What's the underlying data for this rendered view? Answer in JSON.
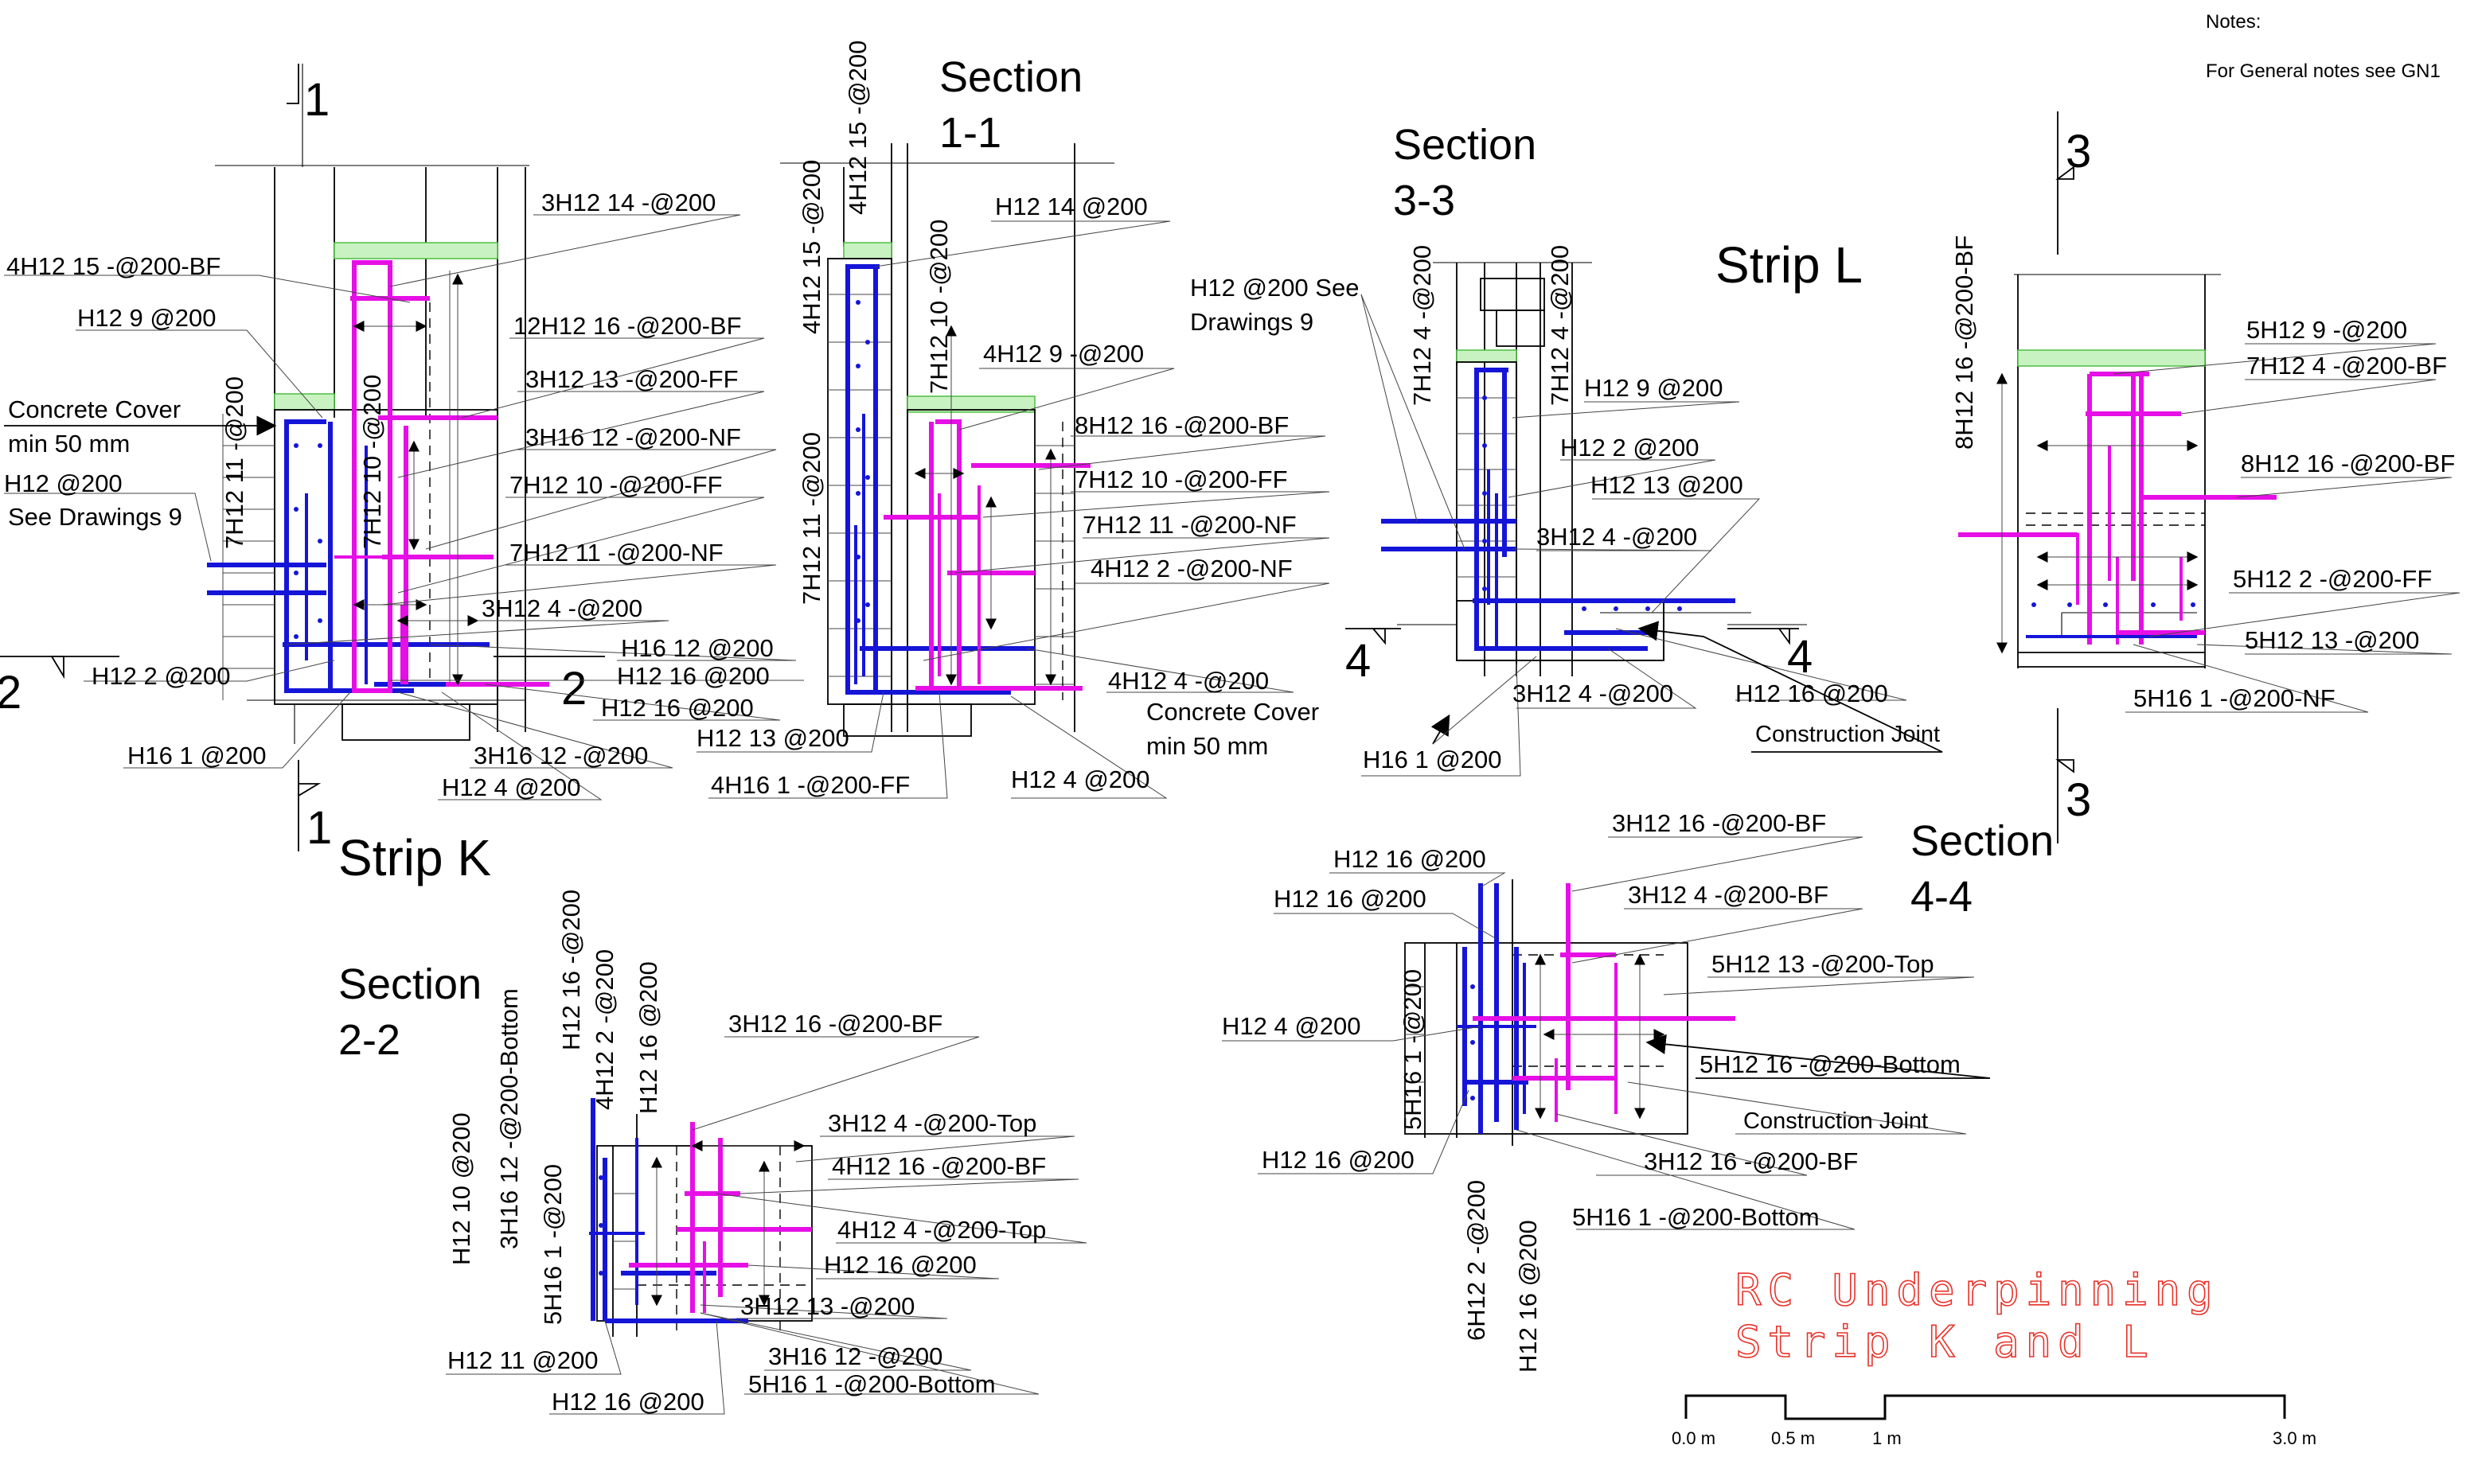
{
  "notes": {
    "heading": "Notes:",
    "general": "For General notes see GN1"
  },
  "title_block": {
    "line1": "RC Underpinning",
    "line2": "Strip K and L",
    "color": "#e8332b"
  },
  "scale_bar": {
    "ticks": [
      "0.0 m",
      "0.5 m",
      "1 m",
      "3.0 m"
    ]
  },
  "strip_k": {
    "title": "Strip K",
    "cut_marks": {
      "c1_top": "1",
      "c1_bottom": "1",
      "c2_left": "2",
      "c2_right": "2"
    },
    "labels": {
      "l01": "4H12 15 -@200-BF",
      "l02": "H12 9 @200",
      "l03": "Concrete Cover",
      "l04": "min 50 mm",
      "l05": "H12 @200",
      "l06": "See Drawings 9",
      "l07": "H12 2 @200",
      "l08": "H16 1 @200",
      "l09": "3H12 14 -@200",
      "l10": "12H12 16 -@200-BF",
      "l11": "3H12 13 -@200-FF",
      "l12": "3H16 12 -@200-NF",
      "l13": "7H12 10 -@200-FF",
      "l14": "7H12 11 -@200-NF",
      "l15": "3H12 4 -@200",
      "l16": "H16 12 @200",
      "l17": "H12 16 @200",
      "l18": "H12 16 @200",
      "l19": "3H16 12 -@200",
      "l20": "H12 4 @200",
      "v1": "7H12 11 -@200",
      "v2": "7H12 10 -@200"
    }
  },
  "section_1_1": {
    "title1": "Section",
    "title2": "1-1",
    "labels": {
      "l01": "H12 14 @200",
      "l02": "4H12 9 -@200",
      "l03": "8H12 16 -@200-BF",
      "l04": "7H12 10 -@200-FF",
      "l05": "7H12 11 -@200-NF",
      "l06": "4H12 2 -@200-NF",
      "l07": "4H12 4 -@200",
      "l08": "H12 13 @200",
      "l09": "4H16 1 -@200-FF",
      "l10": "H12 4 @200",
      "v1": "4H12 15 -@200",
      "v2": "4H12 15 -@200",
      "v3": "7H12 10 -@200",
      "v4": "7H12 11 -@200"
    }
  },
  "strip_l": {
    "title": "Strip L",
    "section_title1": "Section",
    "section_title2": "3-3",
    "cut_marks": {
      "c4_left": "4",
      "c4_right": "4"
    },
    "labels": {
      "l01": "H12 @200  See",
      "l02": "Drawings 9",
      "l03": "H12 9 @200",
      "l04": "H12 2 @200",
      "l05": "H12 13 @200",
      "l06": "3H12 4 -@200",
      "l07": "3H12 4 -@200",
      "l08": "H12 16 @200",
      "l09": "Concrete Cover",
      "l10": "min 50 mm",
      "l11": "Construction Joint",
      "l12": "H16 1 @200",
      "v1": "7H12 4 -@200",
      "v2": "7H12 4 -@200"
    }
  },
  "section_4_4": {
    "title1": "Section",
    "title2": "4-4",
    "cut_marks": {
      "c3_top": "3",
      "c3_bottom": "3"
    },
    "labels": {
      "l01": "5H12 9 -@200",
      "l02": "7H12 4 -@200-BF",
      "l03": "8H12 16 -@200-BF",
      "l04": "5H12 2 -@200-FF",
      "l05": "5H12 13 -@200",
      "l06": "5H16 1 -@200-NF",
      "v1": "8H12 16 -@200-BF"
    }
  },
  "section_2_2": {
    "title1": "Section",
    "title2": "2-2",
    "labels": {
      "l01": "3H12 16 -@200-BF",
      "l02": "3H12 4 -@200-Top",
      "l03": "4H12 16 -@200-BF",
      "l04": "4H12 4 -@200-Top",
      "l05": "H12 16 @200",
      "l06": "3H12 13 -@200",
      "l07": "3H16 12 -@200",
      "l08": "5H16 1 -@200-Bottom",
      "l09": "H12 11 @200",
      "l10": "H12 16 @200",
      "v1": "H12 10 @200",
      "v2": "3H16 12 -@200-Bottom",
      "v3": "5H16 1 -@200",
      "v4": "H12 16 -@200",
      "v5": "4H12 2 -@200",
      "v6": "H12 16 @200"
    }
  },
  "section_bottom_right": {
    "labels": {
      "l01": "3H12 16 -@200-BF",
      "l02": "H12 16 @200",
      "l03": "H12 16 @200",
      "l04": "3H12 4 -@200-BF",
      "l05": "5H12 13 -@200-Top",
      "l06": "H12 4 @200",
      "l07": "5H12 16 -@200-Bottom",
      "l08": "Construction Joint",
      "l09": "H12 16 @200",
      "l10": "3H12 16 -@200-BF",
      "l11": "5H16 1 -@200-Bottom",
      "v1": "5H16 1 -@200",
      "v2": "6H12 2 -@200",
      "v3": "H12 16 @200"
    }
  }
}
